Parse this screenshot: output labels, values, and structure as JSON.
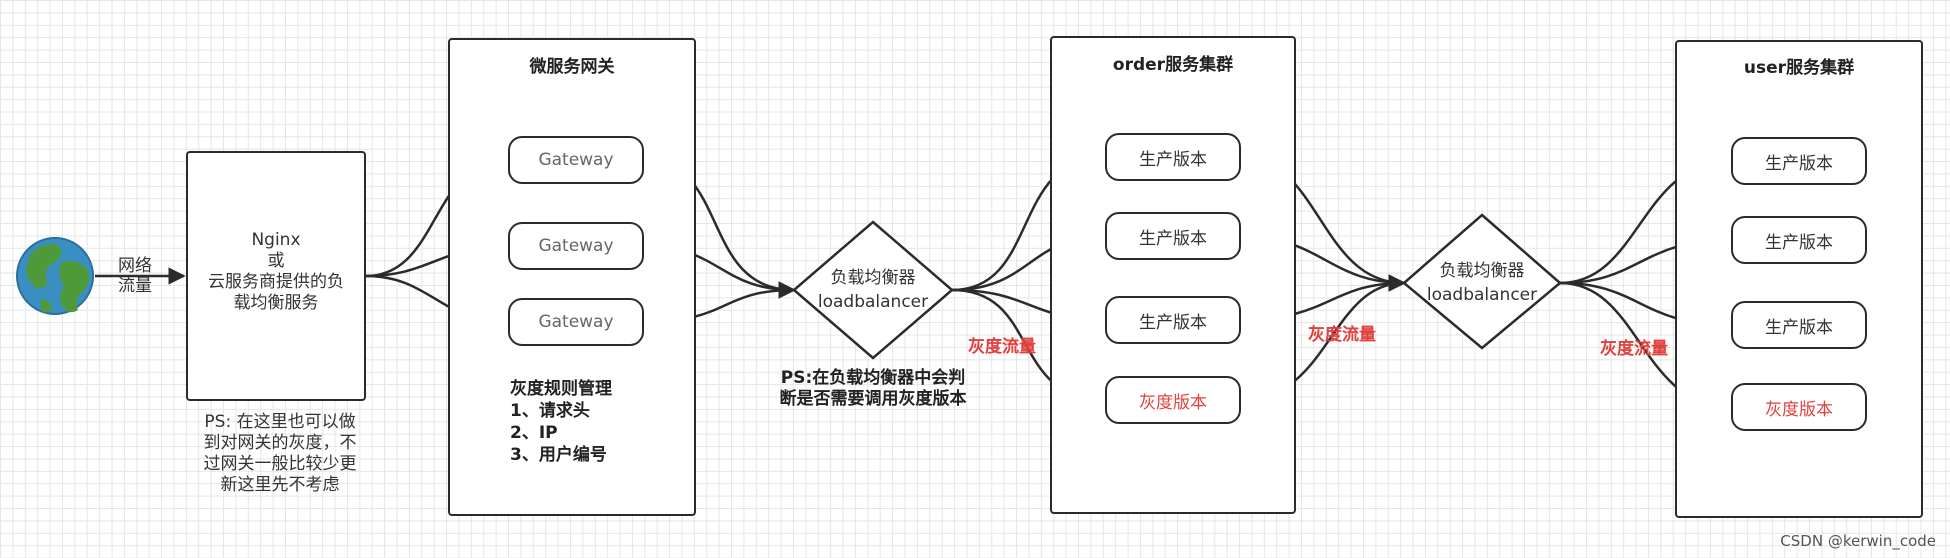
{
  "source": {
    "label": "网络\n流量",
    "icon": "globe-icon"
  },
  "entry": {
    "text": "Nginx\n或\n云服务商提供的负\n载均衡服务",
    "note": "PS: 在这里也可以做\n到对网关的灰度，不\n过网关一般比较少更\n新这里先不考虑"
  },
  "gateway_cluster": {
    "title": "微服务网关",
    "nodes": [
      "Gateway",
      "Gateway",
      "Gateway"
    ],
    "rules": "灰度规则管理\n1、请求头\n2、IP\n3、用户编号"
  },
  "lb1": {
    "label": "负载均衡器\nloadbalancer",
    "note": "PS:在负载均衡器中会判\n断是否需要调用灰度版本"
  },
  "order_cluster": {
    "title": "order服务集群",
    "nodes": [
      "生产版本",
      "生产版本",
      "生产版本",
      "灰度版本"
    ],
    "gray_flow": "灰度流量"
  },
  "lb2": {
    "label": "负载均衡器\nloadbalancer",
    "gray_flow_in": "灰度流量"
  },
  "user_cluster": {
    "title": "user服务集群",
    "nodes": [
      "生产版本",
      "生产版本",
      "生产版本",
      "灰度版本"
    ],
    "gray_flow": "灰度流量"
  },
  "colors": {
    "stroke": "#2b2b2b",
    "accent_red": "#e0413f",
    "grid": "#e6e6e6",
    "globe_ocean": "#3a8fc2",
    "globe_land": "#4e9a3a"
  },
  "watermark": "CSDN @kerwin_code"
}
